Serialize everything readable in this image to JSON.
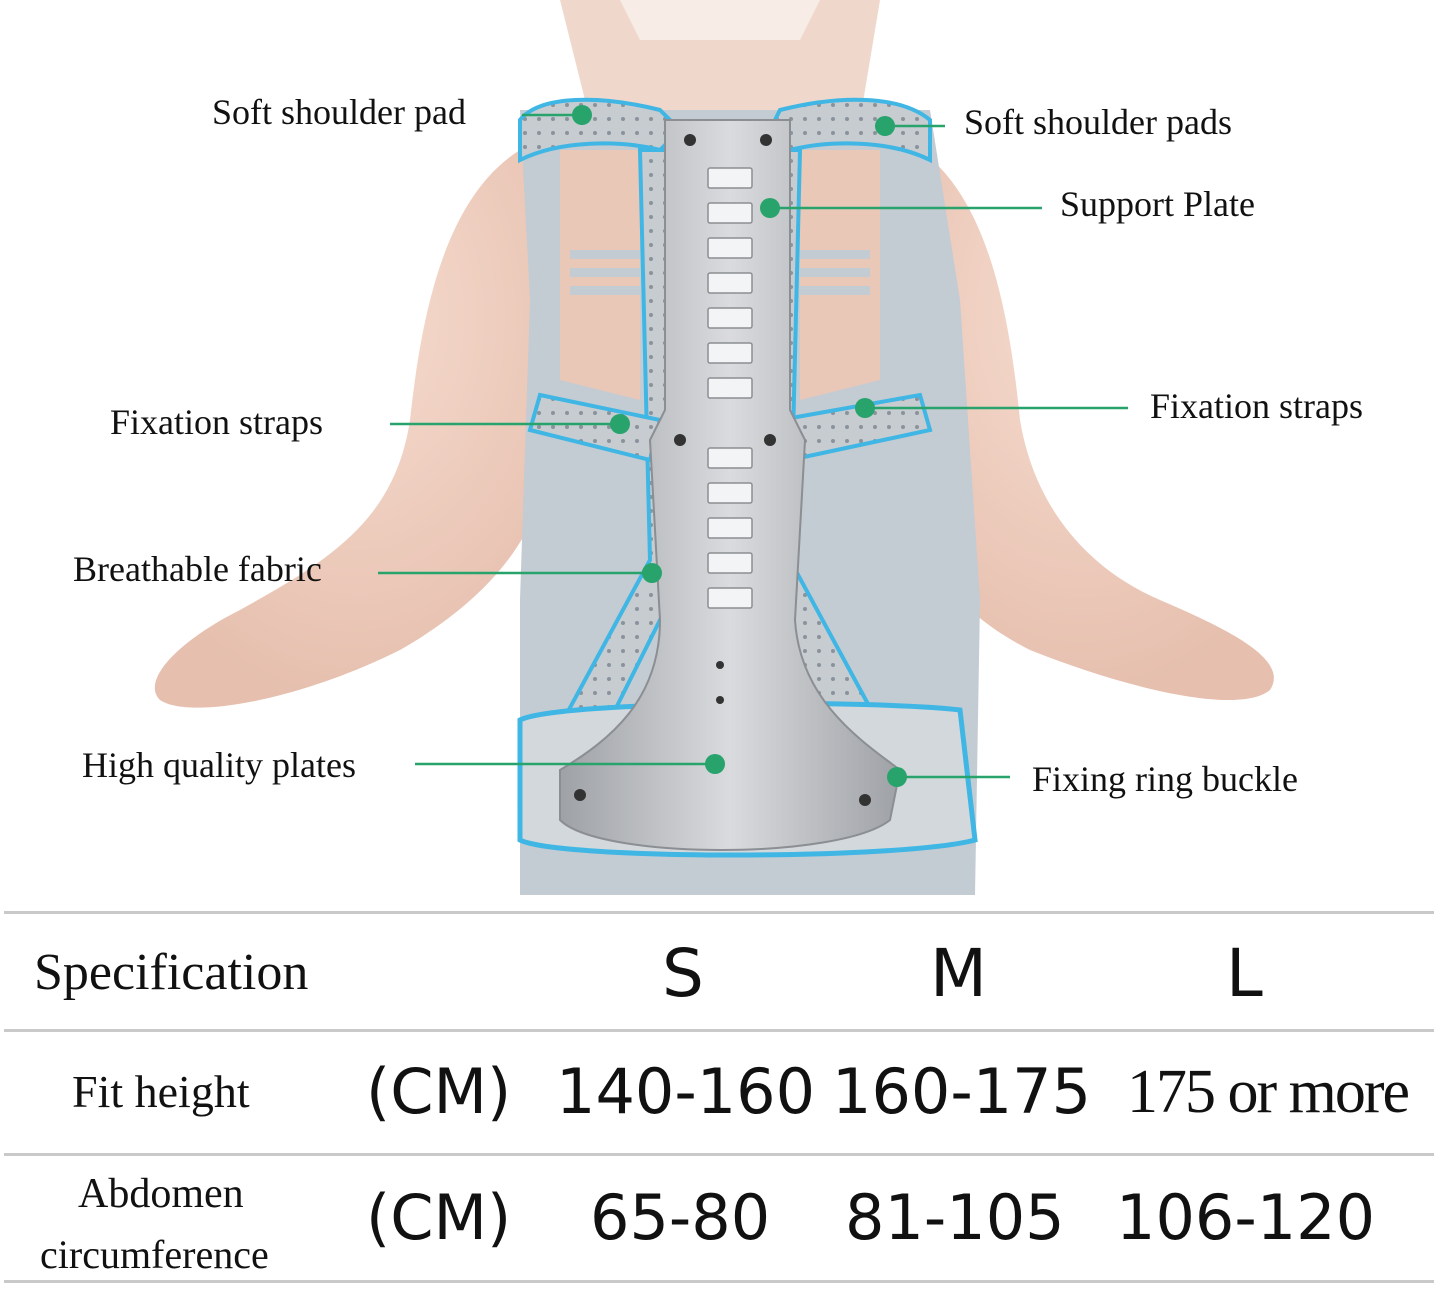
{
  "callouts": {
    "soft_shoulder_pad": "Soft shoulder pad",
    "soft_shoulder_pads": "Soft shoulder pads",
    "support_plate": "Support Plate",
    "fixation_straps_left": "Fixation straps",
    "fixation_straps_right": "Fixation straps",
    "breathable_fabric": "Breathable fabric",
    "high_quality_plates": "High quality plates",
    "fixing_ring_buckle": "Fixing ring buckle"
  },
  "colors": {
    "callout_dot": "#27a36b",
    "trim_blue": "#3fb6e4",
    "brace_gray": "#a9abae",
    "vest_gray": "#b9c3cc",
    "skin": "#f0d3c4",
    "rule": "#c9c9c9"
  },
  "spec_table": {
    "header": {
      "label": "Specification",
      "sizes": [
        "S",
        "M",
        "L"
      ]
    },
    "rows": [
      {
        "label": "Fit height",
        "unit": "(CM)",
        "values": [
          "140-160",
          "160-175",
          "175 or more"
        ]
      },
      {
        "label_line1": "Abdomen",
        "label_line2": "circumference",
        "unit": "(CM)",
        "values": [
          "65-80",
          "81-105",
          "106-120"
        ]
      }
    ]
  }
}
